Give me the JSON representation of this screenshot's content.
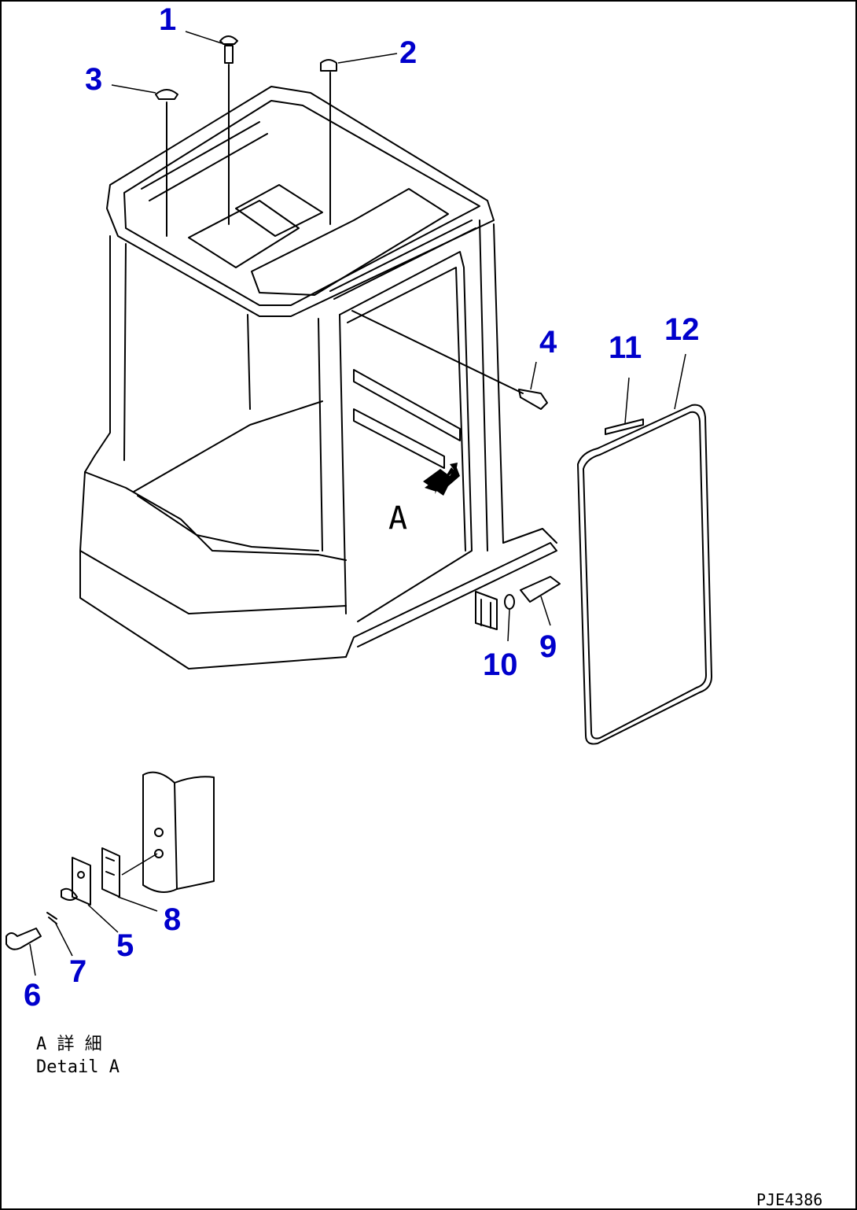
{
  "callouts": {
    "c1": "1",
    "c2": "2",
    "c3": "3",
    "c4": "4",
    "c5": "5",
    "c6": "6",
    "c7": "7",
    "c8": "8",
    "c9": "9",
    "c10": "10",
    "c11": "11",
    "c12": "12"
  },
  "view_marker": "A",
  "detail_caption_jp": "A 詳 細",
  "detail_caption_en": "Detail A",
  "drawing_id": "PJE4386"
}
